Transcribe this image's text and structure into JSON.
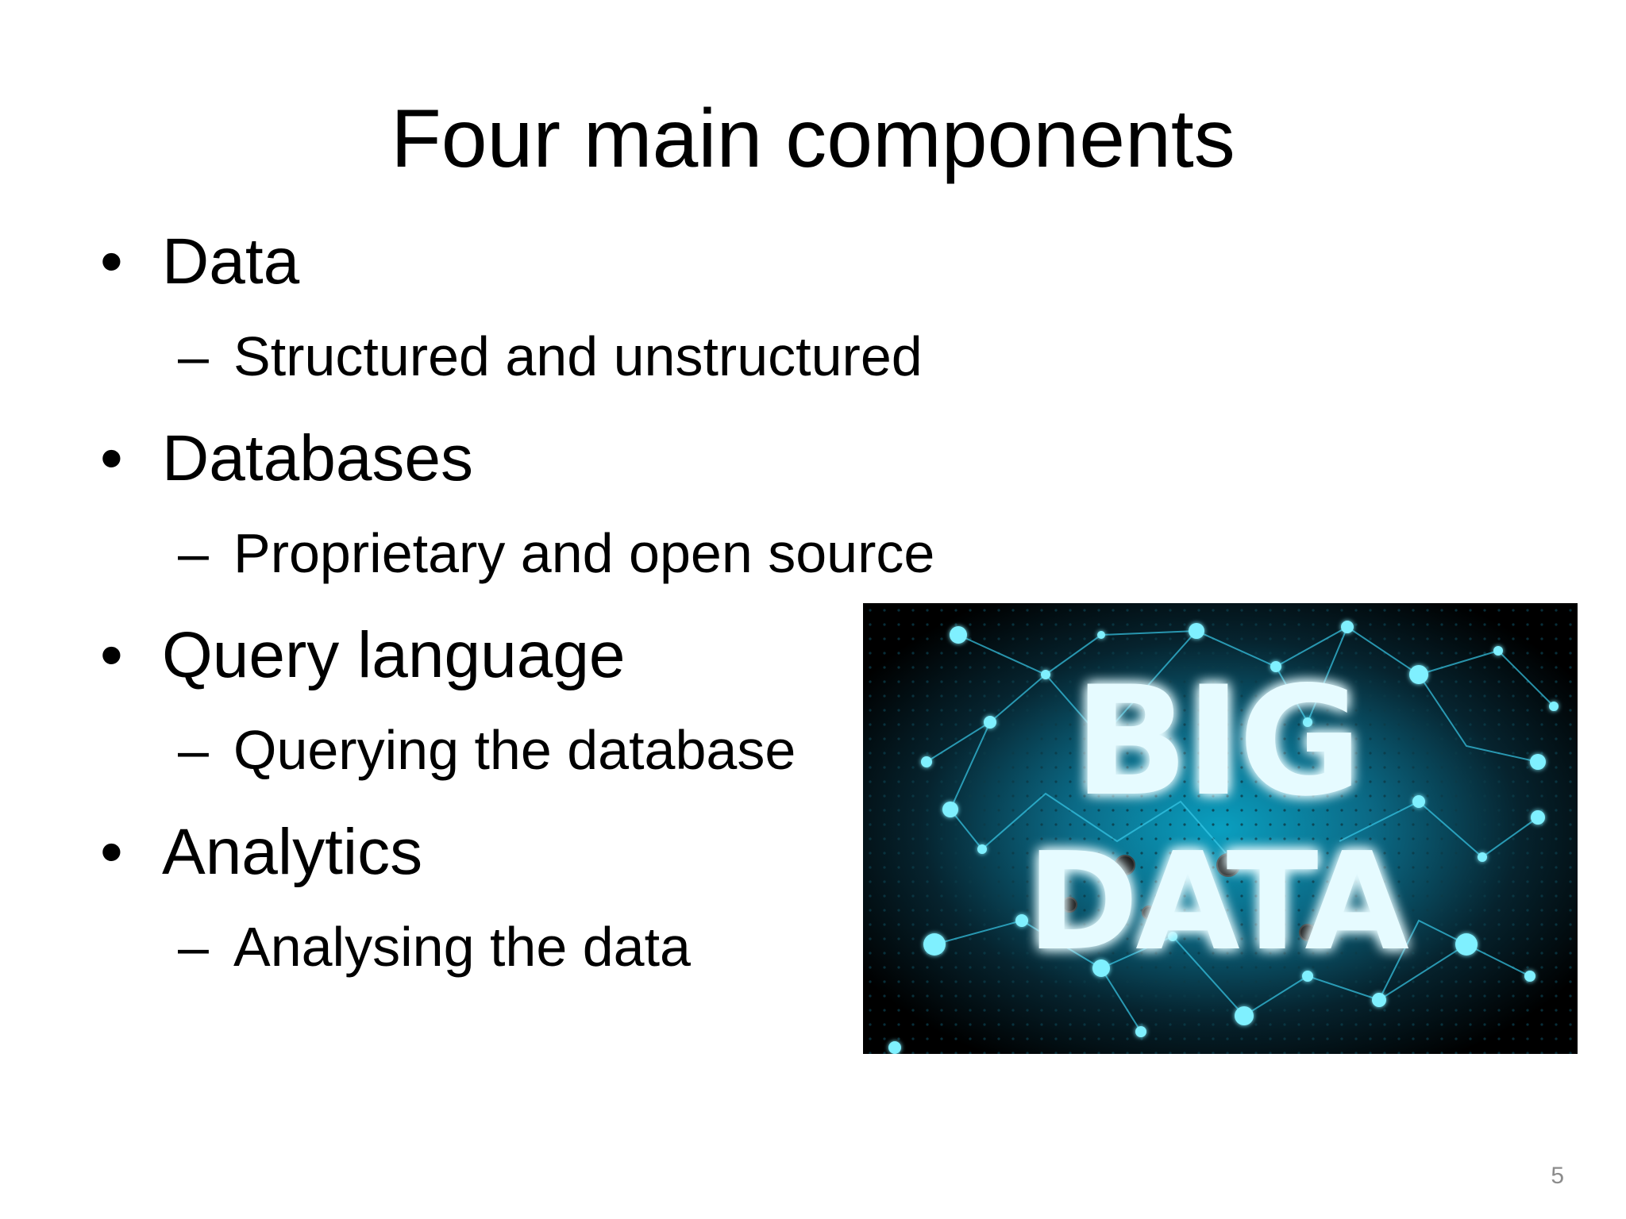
{
  "slide": {
    "title": "Four main components",
    "bullet_symbol": "•",
    "sub_symbol": "–",
    "items": [
      {
        "label": "Data",
        "sub": "Structured and unstructured"
      },
      {
        "label": "Databases",
        "sub": "Proprietary and open source"
      },
      {
        "label": "Query language",
        "sub": "Querying the database"
      },
      {
        "label": "Analytics",
        "sub": "Analysing the data"
      }
    ],
    "image": {
      "line1": "BIG",
      "line2": "DATA",
      "glow_color": "#1fd7ff",
      "node_color": "#7ff0ff"
    },
    "page_number": "5"
  }
}
